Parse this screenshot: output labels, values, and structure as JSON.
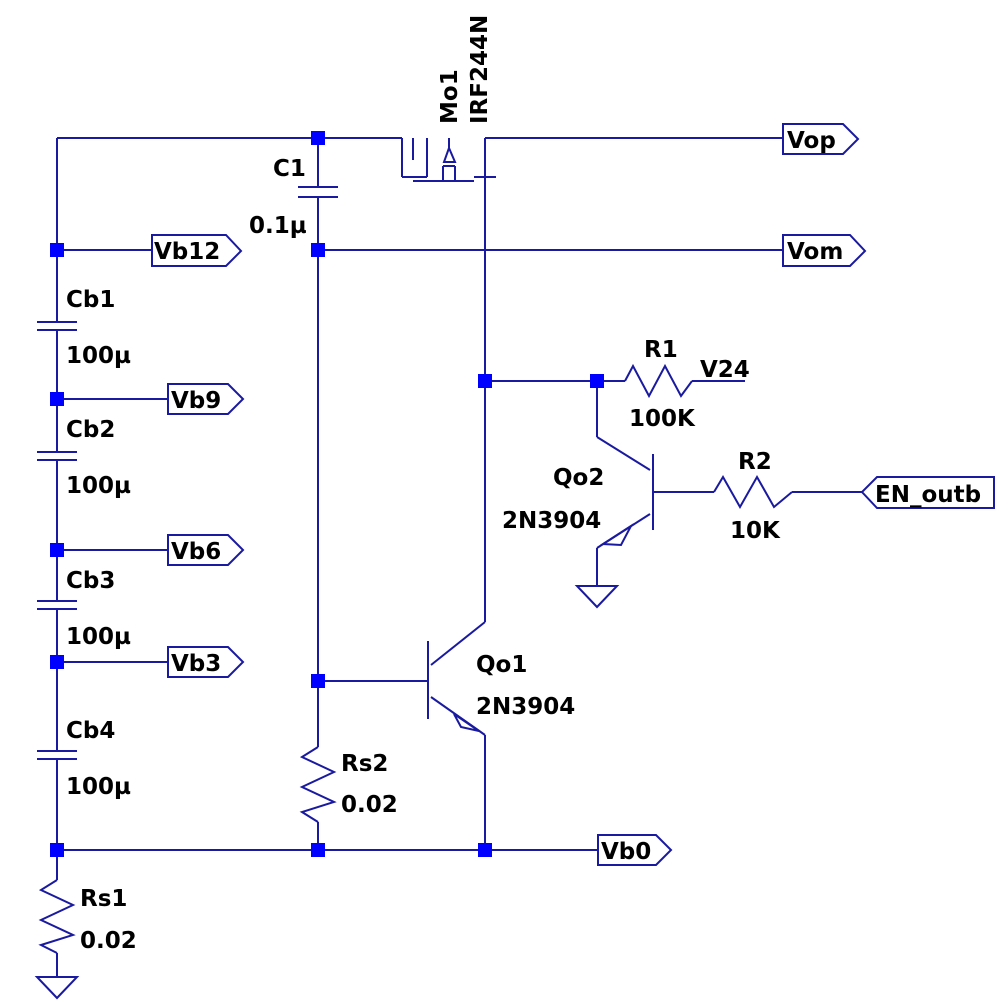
{
  "colors": {
    "wire": "#1a1aa0",
    "junction": "#0000ff",
    "text": "#000000",
    "background": "#ffffff"
  },
  "components": {
    "mosfet": {
      "name": "Mo1",
      "model": "IRF244N"
    },
    "c1": {
      "name": "C1",
      "value": "0.1µ"
    },
    "cb1": {
      "name": "Cb1",
      "value": "100µ"
    },
    "cb2": {
      "name": "Cb2",
      "value": "100µ"
    },
    "cb3": {
      "name": "Cb3",
      "value": "100µ"
    },
    "cb4": {
      "name": "Cb4",
      "value": "100µ"
    },
    "r1": {
      "name": "R1",
      "value": "100K"
    },
    "r2": {
      "name": "R2",
      "value": "10K"
    },
    "rs1": {
      "name": "Rs1",
      "value": "0.02"
    },
    "rs2": {
      "name": "Rs2",
      "value": "0.02"
    },
    "qo1": {
      "name": "Qo1",
      "model": "2N3904"
    },
    "qo2": {
      "name": "Qo2",
      "model": "2N3904"
    }
  },
  "nets": {
    "vop": "Vop",
    "vom": "Vom",
    "vb12": "Vb12",
    "vb9": "Vb9",
    "vb6": "Vb6",
    "vb3": "Vb3",
    "vb0": "Vb0",
    "en_outb": "EN_outb",
    "v24": "V24"
  },
  "icons": [
    "ground-icon",
    "junction-dot",
    "net-port-flag"
  ]
}
